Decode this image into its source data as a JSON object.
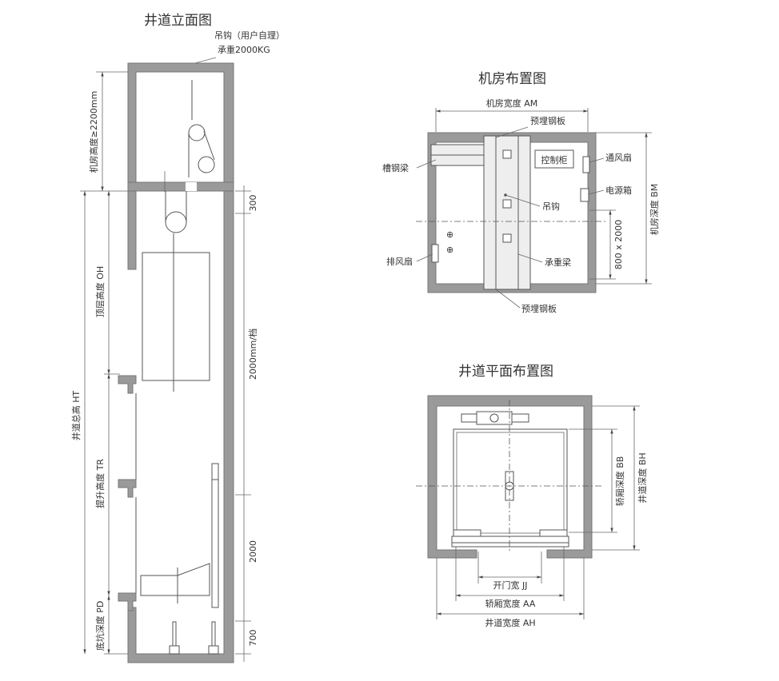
{
  "elevation": {
    "title": "井道立面图",
    "hook_label": "吊钩（用户自理）",
    "load_label": "承重2000KG",
    "machine_room_height": "机房高度≥2200mm",
    "overhead": "顶层高度 OH",
    "total_height": "井道总高 HT",
    "travel": "提升高度 TR",
    "pit_depth": "底坑深度 PD",
    "dim_300": "300",
    "dim_floor": "2000mm/档",
    "dim_2000": "2000",
    "dim_700": "700"
  },
  "machine_room": {
    "title": "机房布置图",
    "width": "机房宽度 AM",
    "depth": "机房深度 BM",
    "embedded_plate_top": "预埋钢板",
    "embedded_plate_bottom": "预埋钢板",
    "channel_beam": "槽钢梁",
    "control_cabinet": "控制柜",
    "vent_fan": "通风扇",
    "power_box": "电源箱",
    "hook": "吊钩",
    "exhaust_fan": "排风扇",
    "bearing_beam": "承重梁",
    "opening": "800 x 2000"
  },
  "shaft_plan": {
    "title": "井道平面布置图",
    "door_width": "开门宽 JJ",
    "car_width": "轿厢宽度 AA",
    "shaft_width": "井道宽度 AH",
    "car_depth": "轿厢深度 BB",
    "shaft_depth": "井道深度 BH"
  }
}
